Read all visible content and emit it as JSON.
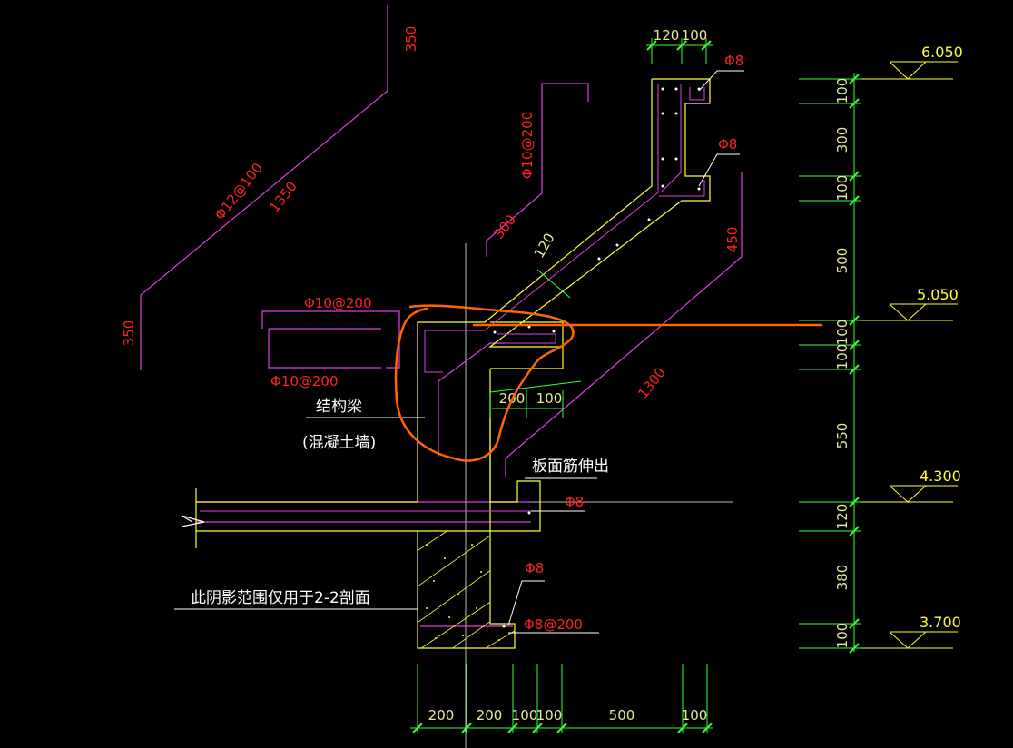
{
  "elevations": [
    "6.050",
    "5.050",
    "4.300",
    "3.700"
  ],
  "right_dims": [
    "100",
    "300",
    "100",
    "500",
    "100",
    "100",
    "550",
    "120",
    "380",
    "100"
  ],
  "bottom_dims": [
    "200",
    "200",
    "100",
    "100",
    "500",
    "100"
  ],
  "top_dims": [
    "120",
    "100"
  ],
  "slope_dims": [
    "350",
    "1350",
    "350",
    "300",
    "120",
    "450",
    "1300"
  ],
  "rebar_labels": {
    "phi12_100": "Φ12@100",
    "phi10_200_vertical": "Φ10@200",
    "phi10_200_top": "Φ10@200",
    "phi10_200_bottom": "Φ10@200",
    "phi8_a": "Φ8",
    "phi8_b": "Φ8",
    "phi8_c": "Φ8",
    "phi8_d": "Φ8",
    "phi8_200": "Φ8@200"
  },
  "mid_dims": [
    "200",
    "100"
  ],
  "notes": {
    "beam": "结构梁",
    "wall": "(混凝土墙)",
    "slab_bar": "板面筋伸出",
    "hatch": "此阴影范围仅用于2-2剖面"
  },
  "colors": {
    "background": "#000000",
    "concrete": "#ffff33",
    "rebar_magenta": "#e040e0",
    "dimension_green": "#33ff33",
    "text_red": "#ff2222",
    "markup_orange": "#ff6600"
  }
}
